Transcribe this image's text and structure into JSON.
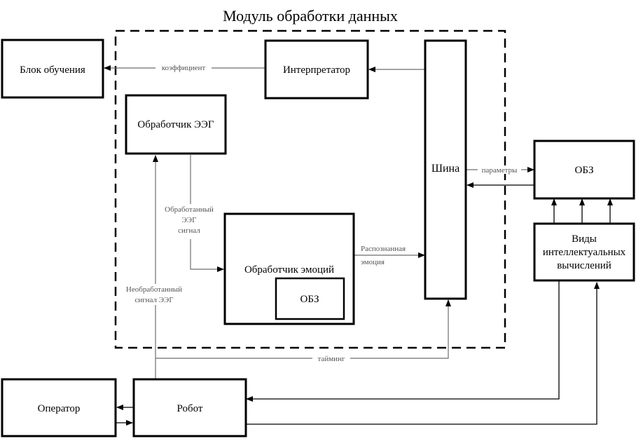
{
  "title": "Модуль обработки данных",
  "blocks": {
    "training": "Блок обучения",
    "interpreter": "Интерпретатор",
    "eeg_processor": "Обработчик ЭЭГ",
    "bus": "Шина",
    "obz_right": "ОБЗ",
    "emotion_processor": "Обработчик эмоций",
    "obz_inner": "ОБЗ",
    "computing_types": [
      "Виды",
      "интеллектуальных",
      "вычислений"
    ],
    "operator": "Оператор",
    "robot": "Робот"
  },
  "edge_labels": {
    "coefficient": "коэффициент",
    "processed_eeg": [
      "Обработанный",
      "ЭЭГ",
      "сигнал"
    ],
    "recognized_emotion": [
      "Распознанная",
      "эмоция"
    ],
    "parameters": "параметры",
    "raw_eeg": [
      "Необработанный",
      "сигнал ЭЭГ"
    ],
    "timing": "тайминг"
  }
}
